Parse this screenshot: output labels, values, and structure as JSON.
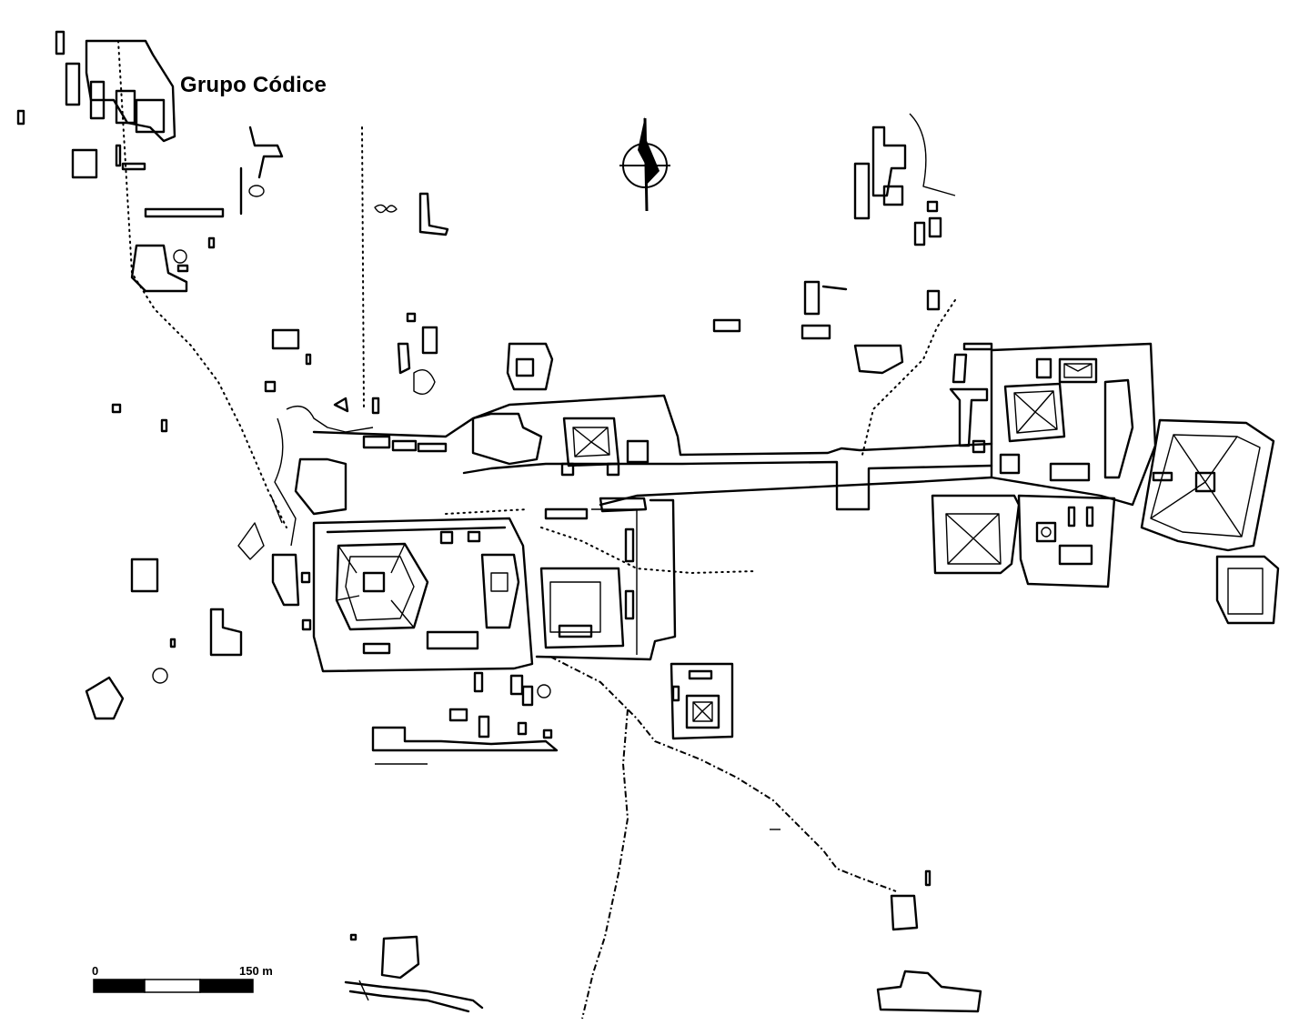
{
  "map": {
    "title": "Grupo Códice",
    "scale_bar": {
      "min_label": "0",
      "max_label": "150 m"
    },
    "north_arrow": "north-arrow-icon"
  }
}
